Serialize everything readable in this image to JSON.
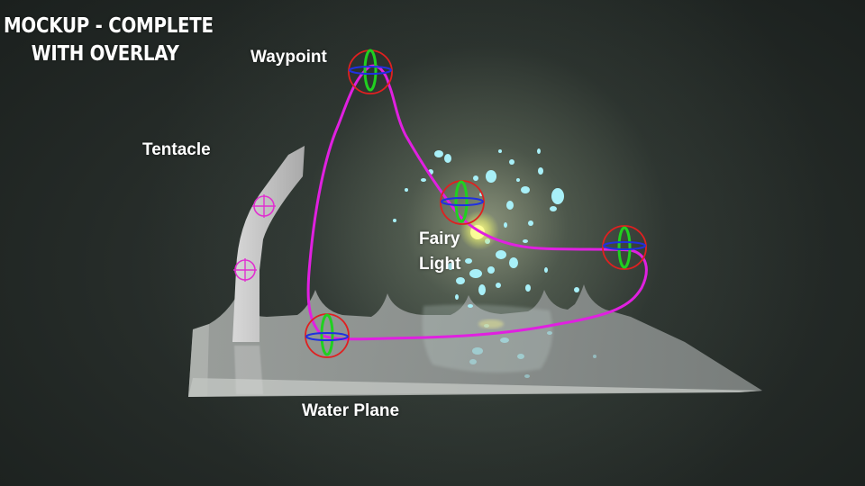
{
  "title": {
    "line1": "MOCKUP - COMPLETE",
    "line2": "WITH OVERLAY"
  },
  "labels": {
    "waypoint": "Waypoint",
    "tentacle": "Tentacle",
    "fairy_light_line1": "Fairy",
    "fairy_light_line2": "Light",
    "water_plane": "Water Plane"
  },
  "colors": {
    "background": "#252b28",
    "path": "#e020e0",
    "gizmo_x": "#e02020",
    "gizmo_y": "#20d020",
    "gizmo_z": "#2030e0",
    "joint": "#e030d0",
    "particles": "#a8f0f8",
    "water": "#a0a4a0",
    "tentacle": "#c8c8c8"
  },
  "icons": {
    "waypoint_gizmo": "transform-gizmo-icon",
    "tentacle_joint": "joint-crosshair-icon"
  }
}
